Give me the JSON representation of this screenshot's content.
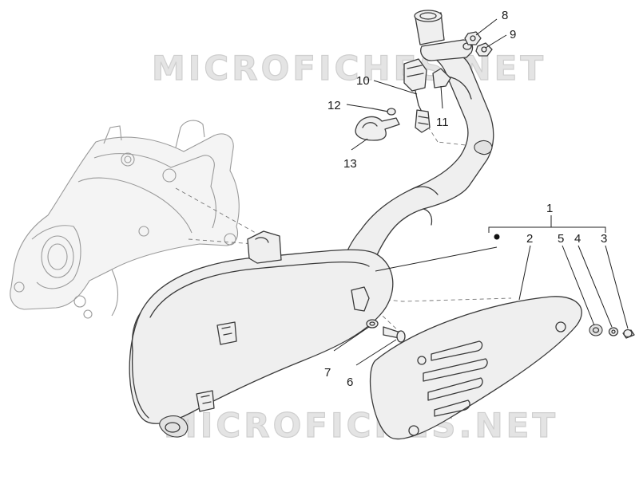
{
  "watermark": {
    "text": "MICROFICHES.NET"
  },
  "callouts": [
    {
      "id": "1",
      "label": "1"
    },
    {
      "id": "2",
      "label": "2"
    },
    {
      "id": "3",
      "label": "3"
    },
    {
      "id": "4",
      "label": "4"
    },
    {
      "id": "5",
      "label": "5"
    },
    {
      "id": "6",
      "label": "6"
    },
    {
      "id": "7",
      "label": "7"
    },
    {
      "id": "8",
      "label": "8"
    },
    {
      "id": "9",
      "label": "9"
    },
    {
      "id": "10",
      "label": "10"
    },
    {
      "id": "11",
      "label": "11"
    },
    {
      "id": "12",
      "label": "12"
    },
    {
      "id": "13",
      "label": "13"
    }
  ],
  "icons": {
    "assembly_marker": "filled-dot-icon"
  }
}
